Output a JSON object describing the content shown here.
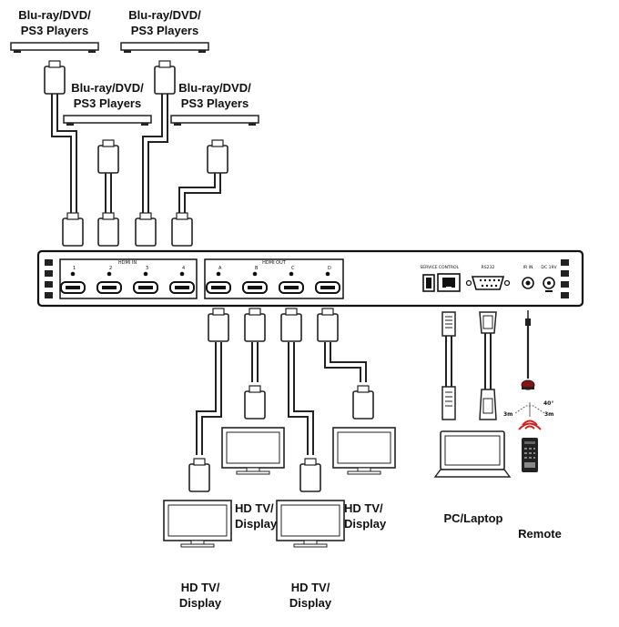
{
  "diagram": {
    "sources": {
      "line1": "Blu-ray/DVD/",
      "line2": "PS3  Players"
    },
    "unit": {
      "hdmi_in_label": "HDMI IN",
      "hdmi_out_label": "HDMI OUT",
      "in_ports": [
        "1",
        "2",
        "3",
        "4"
      ],
      "out_ports": [
        "A",
        "B",
        "C",
        "D"
      ],
      "service_label": "SERVICE",
      "control_label": "CONTROL",
      "rs232_label": "RS232",
      "ir_in_label": "IR IN",
      "dc_label": "DC 19V"
    },
    "displays": {
      "line1": "HD TV/",
      "line2": "Display"
    },
    "pc_label": "PC/Laptop",
    "remote_label": "Remote",
    "ir_range": {
      "angle": "40°",
      "distance_left": "3m",
      "distance_right": "3m"
    }
  }
}
